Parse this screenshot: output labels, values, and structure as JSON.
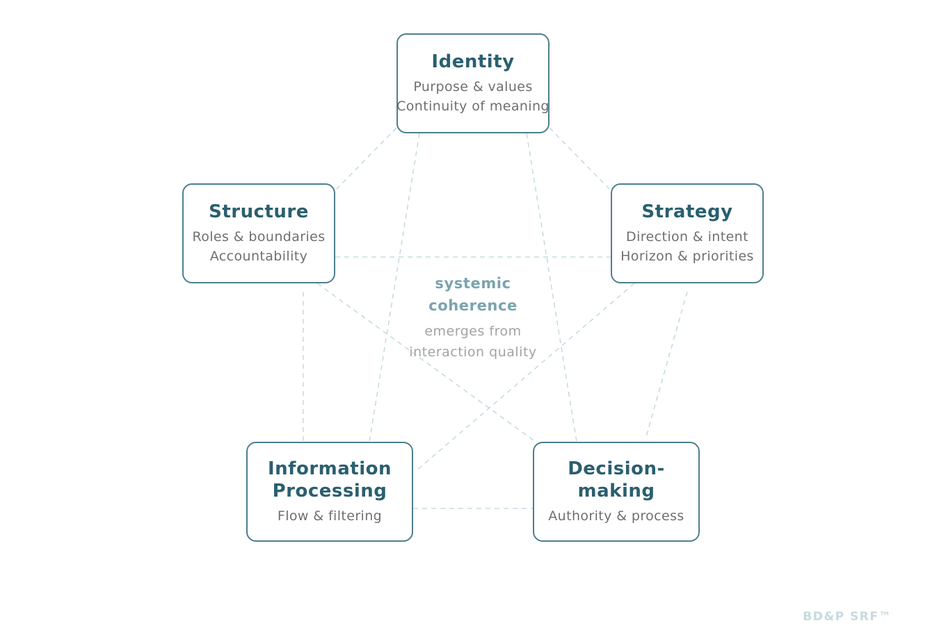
{
  "diagram": {
    "nodes": [
      {
        "id": "identity",
        "title": "Identity",
        "lines": [
          "Purpose & values",
          "Continuity of meaning"
        ]
      },
      {
        "id": "structure",
        "title": "Structure",
        "lines": [
          "Roles & boundaries",
          "Accountability"
        ]
      },
      {
        "id": "strategy",
        "title": "Strategy",
        "lines": [
          "Direction & intent",
          "Horizon & priorities"
        ]
      },
      {
        "id": "info",
        "title": "Information\nProcessing",
        "lines": [
          "Flow & filtering"
        ]
      },
      {
        "id": "decision",
        "title": "Decision-\nmaking",
        "lines": [
          "Authority & process"
        ]
      }
    ],
    "connections": [
      [
        "identity",
        "structure"
      ],
      [
        "identity",
        "strategy"
      ],
      [
        "identity",
        "info"
      ],
      [
        "identity",
        "decision"
      ],
      [
        "structure",
        "strategy"
      ],
      [
        "structure",
        "info"
      ],
      [
        "structure",
        "decision"
      ],
      [
        "strategy",
        "info"
      ],
      [
        "strategy",
        "decision"
      ],
      [
        "info",
        "decision"
      ]
    ],
    "center": {
      "title_line1": "systemic",
      "title_line2": "coherence",
      "sub_line1": "emerges from",
      "sub_line2": "interaction quality"
    },
    "watermark": "BD&P SRF™"
  },
  "colors": {
    "node_border": "#4d7f8e",
    "node_title": "#2a5f70",
    "node_text": "#6f6f6f",
    "connector": "#b9d5da",
    "center_title": "#7aa3ae",
    "center_text": "#a3a3a3",
    "watermark": "#c5dadf"
  }
}
